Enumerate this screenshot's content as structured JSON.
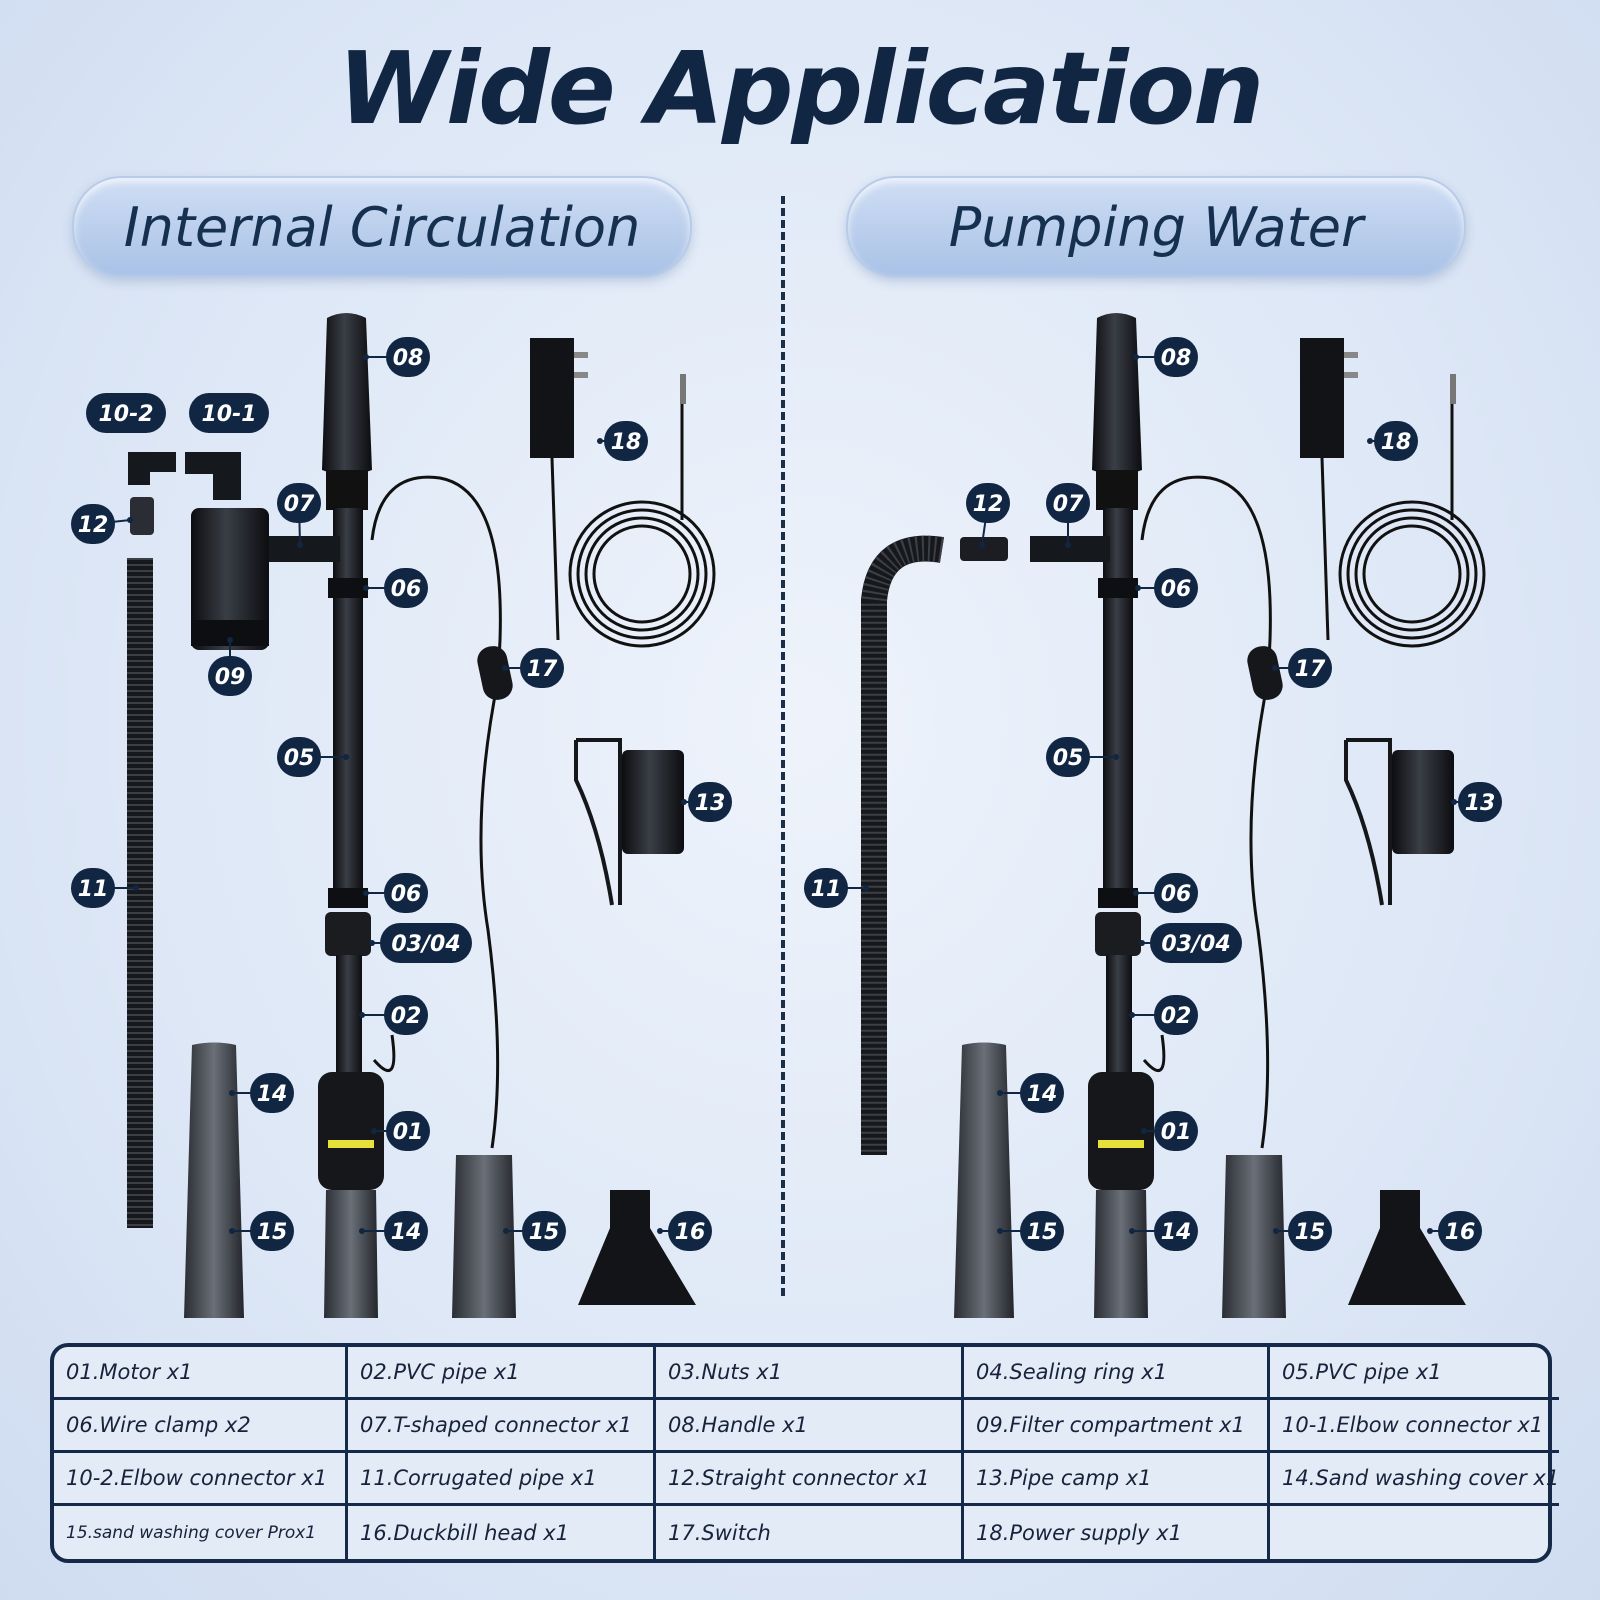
{
  "title": "Wide Application",
  "sections": {
    "left": "Internal Circulation",
    "right": "Pumping Water"
  },
  "callouts": {
    "left": [
      "08",
      "10-2",
      "10-1",
      "18",
      "12",
      "07",
      "06",
      "09",
      "17",
      "05",
      "13",
      "11",
      "06",
      "03/04",
      "02",
      "14",
      "01",
      "14",
      "15",
      "15",
      "16"
    ],
    "right": [
      "08",
      "18",
      "12",
      "07",
      "06",
      "17",
      "05",
      "13",
      "11",
      "06",
      "03/04",
      "02",
      "14",
      "01",
      "14",
      "15",
      "15",
      "16"
    ]
  },
  "parts": [
    "01.Motor x1",
    "02.PVC pipe x1",
    "03.Nuts x1",
    "04.Sealing ring x1",
    "05.PVC pipe x1",
    "06.Wire clamp x2",
    "07.T-shaped connector x1",
    "08.Handle x1",
    "09.Filter compartment x1",
    "10-1.Elbow connector x1",
    "10-2.Elbow connector x1",
    "11.Corrugated pipe x1",
    "12.Straight connector x1",
    "13.Pipe camp x1",
    "14.Sand washing cover x1",
    "15.sand washing cover Prox1",
    "16.Duckbill head x1",
    "17.Switch",
    "18.Power supply x1",
    ""
  ],
  "colors": {
    "navy": "#102642",
    "part": "#15181d",
    "pill": "#bcd0ee"
  }
}
